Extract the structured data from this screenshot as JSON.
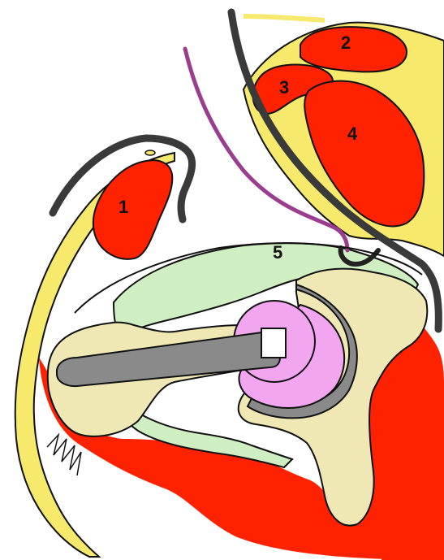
{
  "labels": {
    "l1": "1",
    "l2": "2",
    "l3": "3",
    "l4": "4",
    "l5": "5"
  },
  "colors": {
    "muscle_red": "#ff2200",
    "fat_yellow": "#f6e96b",
    "tissue_green": "#cfeec2",
    "bone_beige": "#efe8b4",
    "implant_gray": "#8a8a8a",
    "cup_pink": "#f2a6ef",
    "capsule_dark": "#3a3a3a",
    "catheter_purple": "#9a3d8e",
    "outline": "#111111"
  }
}
